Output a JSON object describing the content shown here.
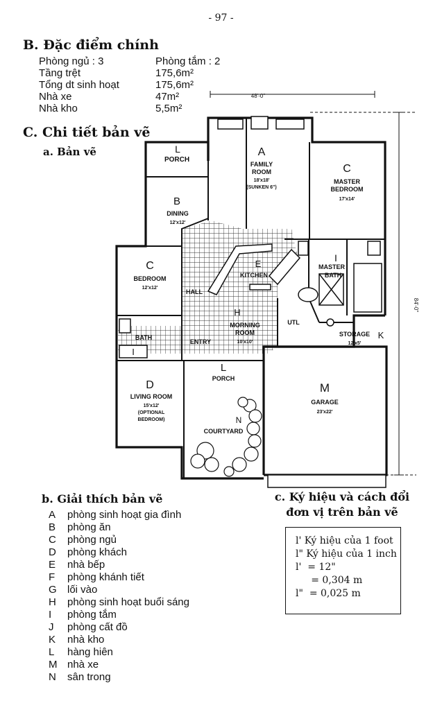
{
  "page_number": "- 97 -",
  "section_b": {
    "title": "B. Đặc điểm chính",
    "specs": [
      {
        "label": "Phòng ngủ : 3",
        "value": "Phòng tắm : 2"
      },
      {
        "label": "Tầng trệt",
        "value": "175,6m²"
      },
      {
        "label": "Tổng dt sinh hoạt",
        "value": "175,6m²"
      },
      {
        "label": "Nhà xe",
        "value": "47m²"
      },
      {
        "label": "Nhà kho",
        "value": "5,5m²"
      }
    ]
  },
  "section_c": {
    "title": "C. Chi tiết bản vẽ",
    "sub_a": "a. Bản vẽ",
    "sub_b": "b. Giải thích bản vẽ",
    "sub_c_line1": "c. Ký hiệu và cách đổi",
    "sub_c_line2": "đơn vị trên bản vẽ"
  },
  "plan": {
    "dim_width": "48'-0\"",
    "dim_depth": "84'-0\"",
    "rooms": [
      {
        "letter": "A",
        "name": "FAMILY",
        "name2": "ROOM",
        "size": "18'x18'",
        "note": "(SUNKEN 6\")"
      },
      {
        "letter": "C",
        "name": "MASTER",
        "name2": "BEDROOM",
        "size": "17'x14'"
      },
      {
        "letter": "L",
        "name": "PORCH"
      },
      {
        "letter": "B",
        "name": "DINING",
        "size": "12'x12'"
      },
      {
        "letter": "E",
        "name": "KITCHEN"
      },
      {
        "letter": "C",
        "name": "BEDROOM",
        "size": "12'x12'"
      },
      {
        "letter": "I",
        "name": "MASTER",
        "name2": "BATH"
      },
      {
        "letter": "",
        "name": "HALL"
      },
      {
        "letter": "H",
        "name": "MORNING",
        "name2": "ROOM",
        "size": "10'x10'"
      },
      {
        "letter": "",
        "name": "UTL"
      },
      {
        "letter": "K",
        "name": "STORAGE",
        "size": "12'x5'"
      },
      {
        "letter": "",
        "name": "BATH"
      },
      {
        "letter": "",
        "name": "ENTRY"
      },
      {
        "letter": "I",
        "name": ""
      },
      {
        "letter": "D",
        "name": "LIVING ROOM",
        "size": "15'x12'",
        "note": "(OPTIONAL",
        "note2": "BEDROOM)"
      },
      {
        "letter": "L",
        "name": "PORCH"
      },
      {
        "letter": "N",
        "name": "COURTYARD"
      },
      {
        "letter": "M",
        "name": "GARAGE",
        "size": "23'x22'"
      }
    ]
  },
  "legend": [
    {
      "letter": "A",
      "text": "phòng sinh hoạt gia đình"
    },
    {
      "letter": "B",
      "text": "phòng ăn"
    },
    {
      "letter": "C",
      "text": "phòng ngủ"
    },
    {
      "letter": "D",
      "text": "phòng khách"
    },
    {
      "letter": "E",
      "text": "nhà bếp"
    },
    {
      "letter": "F",
      "text": "phòng khánh tiết"
    },
    {
      "letter": "G",
      "text": "lối vào"
    },
    {
      "letter": "H",
      "text": "phòng sinh hoạt buổi sáng"
    },
    {
      "letter": "I",
      "text": "phòng tắm"
    },
    {
      "letter": "J",
      "text": "phòng cất đồ"
    },
    {
      "letter": "K",
      "text": "nhà kho"
    },
    {
      "letter": "L",
      "text": "hàng hiên"
    },
    {
      "letter": "M",
      "text": "nhà xe"
    },
    {
      "letter": "N",
      "text": "sân trong"
    }
  ],
  "units": [
    "l' Ký hiệu của 1 foot",
    "l\" Ký hiệu của 1 inch",
    "l'  = 12\"",
    "     = 0,304 m",
    "l\"  = 0,025 m"
  ]
}
